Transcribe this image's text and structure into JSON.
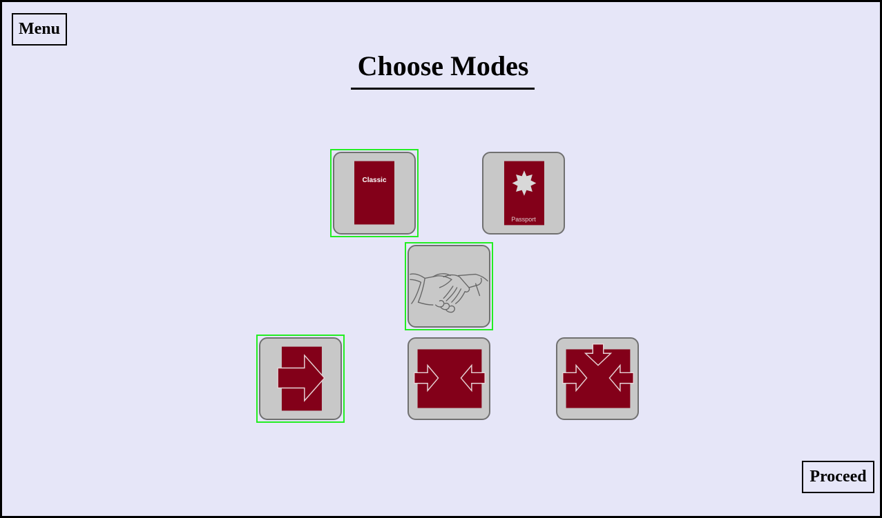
{
  "menu_label": "Menu",
  "title": "Choose Modes",
  "proceed_label": "Proceed",
  "colors": {
    "background": "#e6e6f8",
    "tile": "#c8c8c8",
    "card": "#830019",
    "selected": "#22ee22"
  },
  "modes": [
    {
      "id": "classic",
      "label": "Classic",
      "icon": "card-icon",
      "selected": true
    },
    {
      "id": "passport",
      "label": "Passport",
      "icon": "passport-star-icon",
      "selected": false
    },
    {
      "id": "cooperative",
      "icon": "handshake-icon",
      "selected": true
    },
    {
      "id": "enter",
      "icon": "enter-arrow-icon",
      "selected": true
    },
    {
      "id": "converge-two",
      "icon": "converge-two-arrows-icon",
      "selected": false
    },
    {
      "id": "converge-three",
      "icon": "converge-three-arrows-icon",
      "selected": false
    }
  ]
}
